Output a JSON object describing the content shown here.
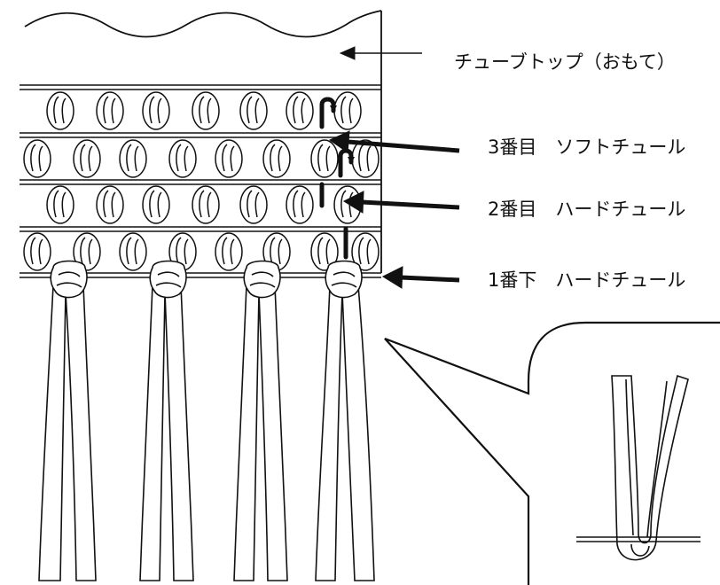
{
  "labels": {
    "top": "チューブトップ（おもて）",
    "row3": "3番目　ソフトチュール",
    "row2": "2番目　ハードチュール",
    "row1": "1番下　ハードチュール"
  },
  "colors": {
    "stroke": "#111111",
    "background": "#ffffff"
  }
}
